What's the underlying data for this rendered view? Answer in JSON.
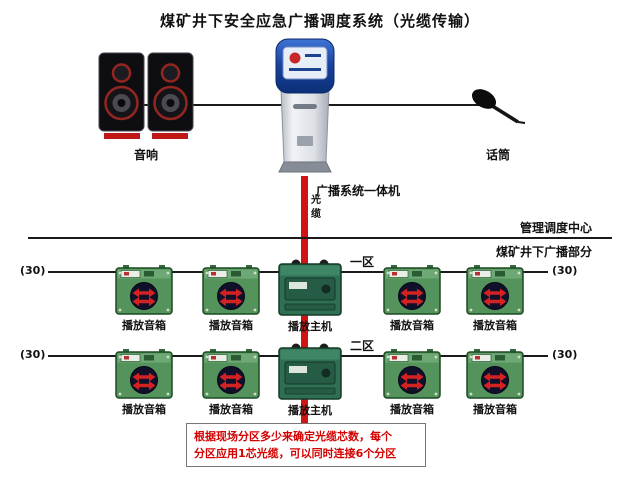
{
  "title": "煤矿井下安全应急广播调度系统（光缆传输）",
  "control_center": {
    "speakers_label": "音响",
    "mic_label": "话筒",
    "machine_label": "广播系统一体机",
    "cable_label": "光缆"
  },
  "divider": {
    "top_label": "管理调度中心",
    "bottom_label": "煤矿井下广播部分"
  },
  "zones": [
    {
      "name": "一区",
      "left_count": "(30)",
      "right_count": "(30)",
      "speaker_label": "播放音箱",
      "host_label": "播放主机"
    },
    {
      "name": "二区",
      "left_count": "(30)",
      "right_count": "(30)",
      "speaker_label": "播放音箱",
      "host_label": "播放主机"
    }
  ],
  "note": {
    "line1": "根据现场分区多少来确定光缆芯数，每个",
    "line2": "分区应用1芯光缆，可以同时连接6个分区"
  }
}
